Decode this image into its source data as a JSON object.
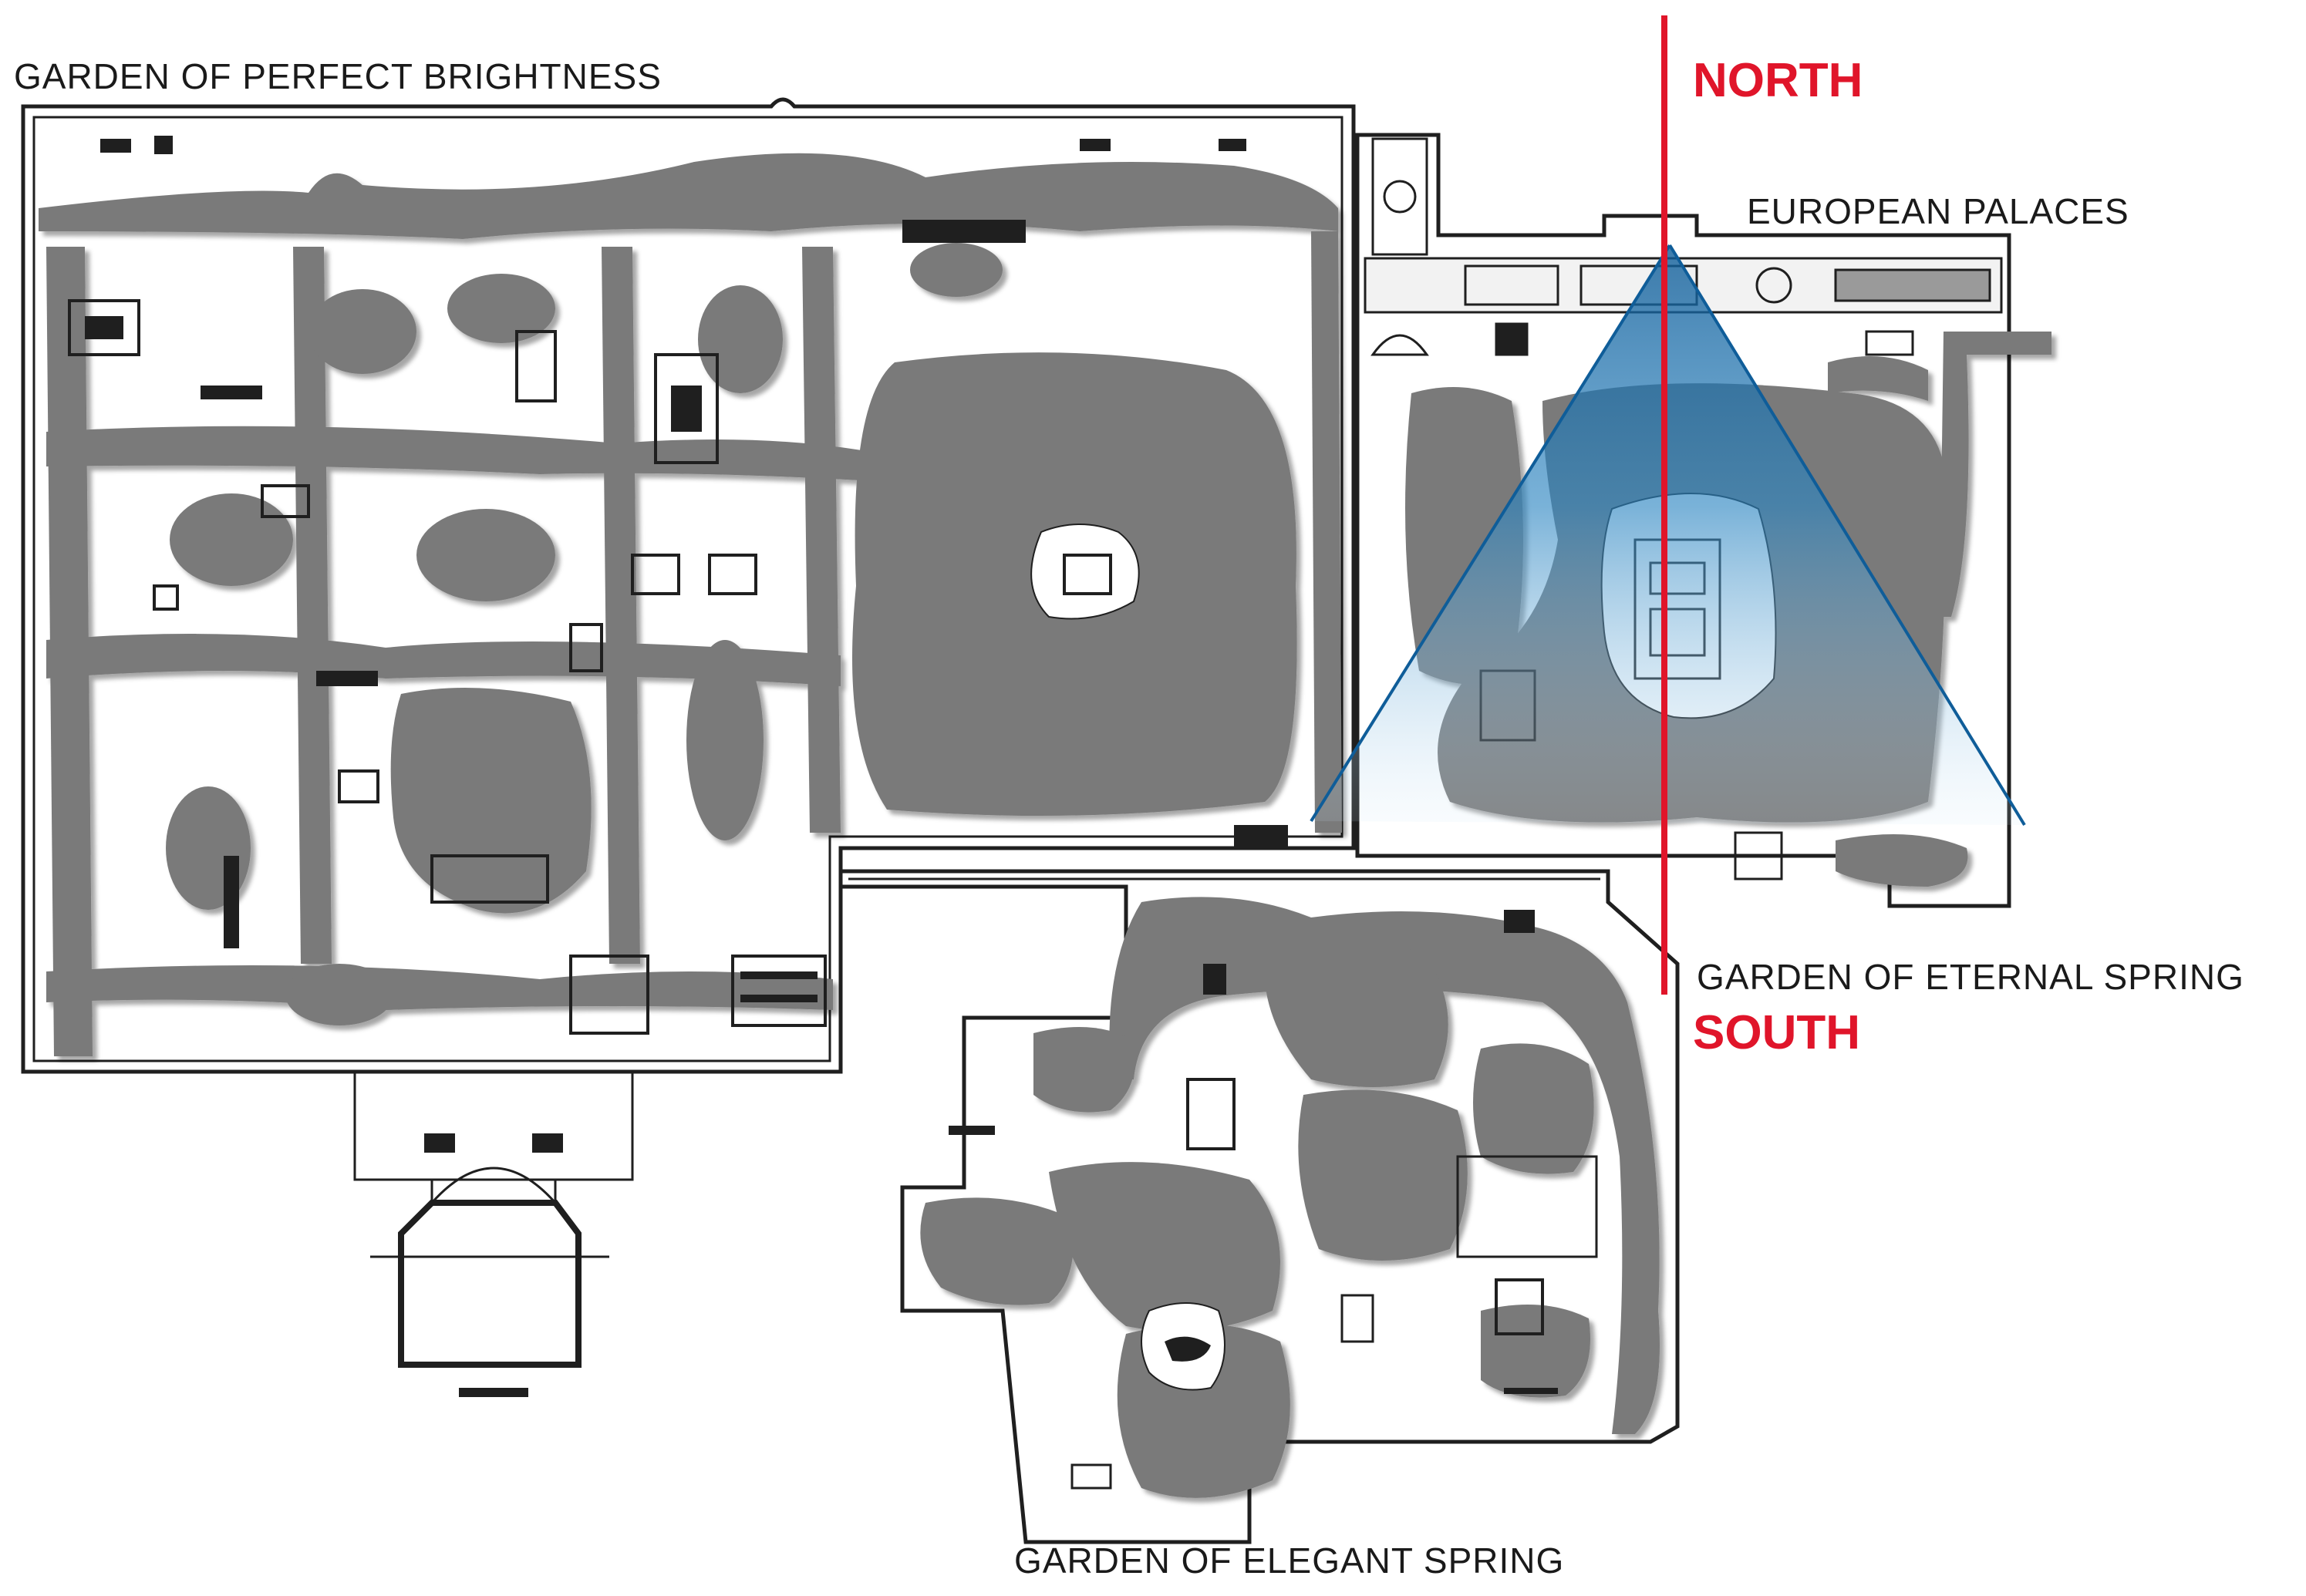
{
  "labels": {
    "perfect_brightness": "GARDEN OF PERFECT BRIGHTNESS",
    "european_palaces": "EUROPEAN PALACES",
    "eternal_spring": "GARDEN OF ETERNAL SPRING",
    "elegant_spring": "GARDEN OF ELEGANT SPRING",
    "north": "NORTH",
    "south": "SOUTH"
  },
  "colors": {
    "water": "#7a7a7a",
    "wall": "#1f1f1f",
    "axis": "#e0152a",
    "view_cone": "#1f6fa5",
    "background": "#ffffff"
  }
}
